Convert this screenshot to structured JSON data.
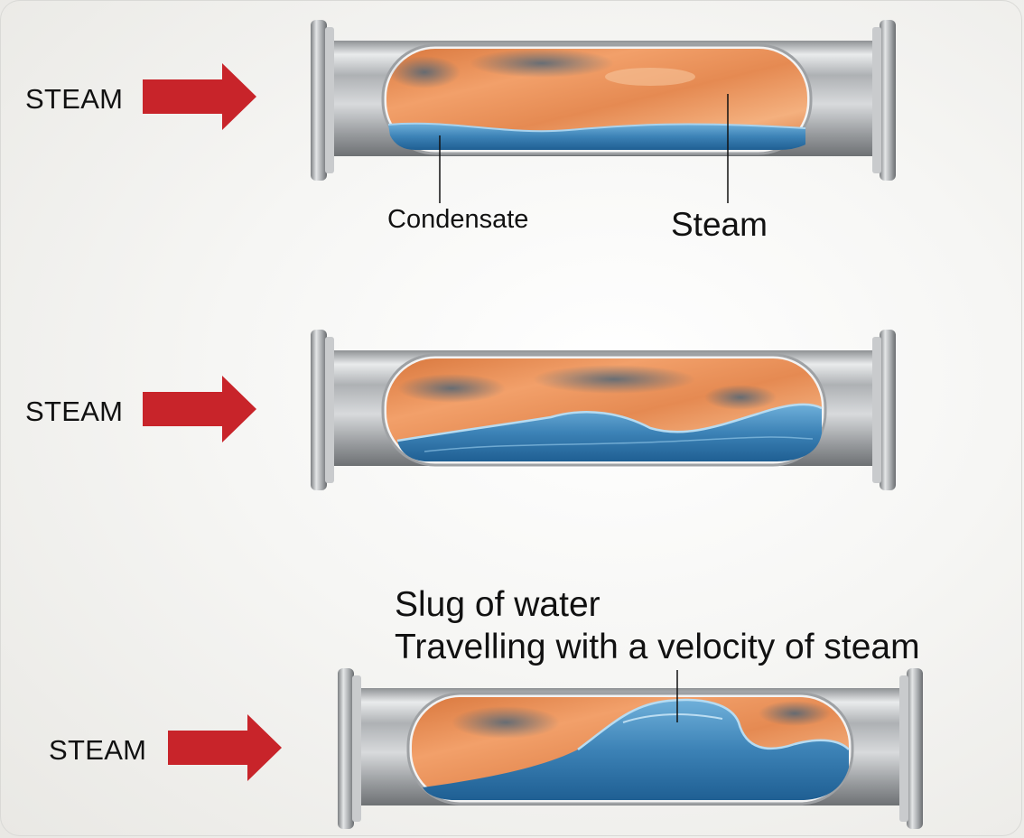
{
  "labels": {
    "steam_1": "STEAM",
    "steam_2": "STEAM",
    "steam_3": "STEAM",
    "condensate": "Condensate",
    "steam_callout": "Steam",
    "slug_line1": "Slug of water",
    "slug_line2": "Travelling with a velocity of steam"
  },
  "colors": {
    "arrow": "#c8242a",
    "steam": "#e8894f",
    "water": "#3f86b8",
    "pipe": "#b9bcbf"
  }
}
